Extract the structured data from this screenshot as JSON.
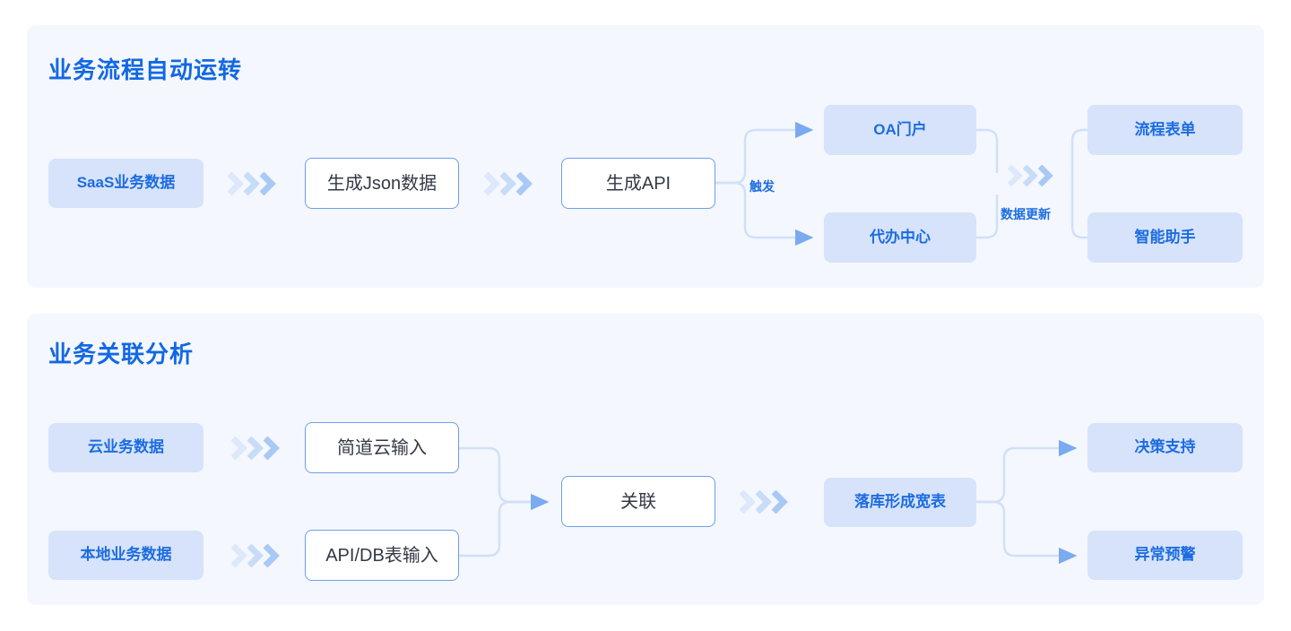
{
  "theme": {
    "page_bg": "#ffffff",
    "panel_bg": "#f4f7fd",
    "title_color": "#1268e3",
    "filled_node_bg": "#d6e3fa",
    "filled_node_text": "#1d6ce0",
    "outline_node_bg": "#ffffff",
    "outline_node_border": "#6d9eeb",
    "outline_node_text": "#333a44",
    "connector_color": "#cfe0f8",
    "arrowhead_color": "#7aaaf0",
    "chevron_color": "#a9c9f5",
    "edge_label_color": "#1d6ce0"
  },
  "sections": [
    {
      "id": "business-process-automation",
      "title": "业务流程自动运转",
      "nodes": [
        {
          "id": "saas-data",
          "label": "SaaS业务数据",
          "style": "filled"
        },
        {
          "id": "gen-json",
          "label": "生成Json数据",
          "style": "outline"
        },
        {
          "id": "gen-api",
          "label": "生成API",
          "style": "outline"
        },
        {
          "id": "oa-portal",
          "label": "OA门户",
          "style": "filled"
        },
        {
          "id": "todo-center",
          "label": "代办中心",
          "style": "filled"
        },
        {
          "id": "process-form",
          "label": "流程表单",
          "style": "filled"
        },
        {
          "id": "smart-assistant",
          "label": "智能助手",
          "style": "filled"
        }
      ],
      "edge_labels": [
        {
          "id": "trigger",
          "label": "触发"
        },
        {
          "id": "data-update",
          "label": "数据更新"
        }
      ]
    },
    {
      "id": "business-correlation-analysis",
      "title": "业务关联分析",
      "nodes": [
        {
          "id": "cloud-data",
          "label": "云业务数据",
          "style": "filled"
        },
        {
          "id": "local-data",
          "label": "本地业务数据",
          "style": "filled"
        },
        {
          "id": "jiandaoyun-input",
          "label": "简道云输入",
          "style": "outline"
        },
        {
          "id": "api-db-input",
          "label": "API/DB表输入",
          "style": "outline"
        },
        {
          "id": "correlate",
          "label": "关联",
          "style": "outline"
        },
        {
          "id": "wide-table",
          "label": "落库形成宽表",
          "style": "filled"
        },
        {
          "id": "decision-support",
          "label": "决策支持",
          "style": "filled"
        },
        {
          "id": "anomaly-alert",
          "label": "异常预警",
          "style": "filled"
        }
      ],
      "edge_labels": []
    }
  ]
}
